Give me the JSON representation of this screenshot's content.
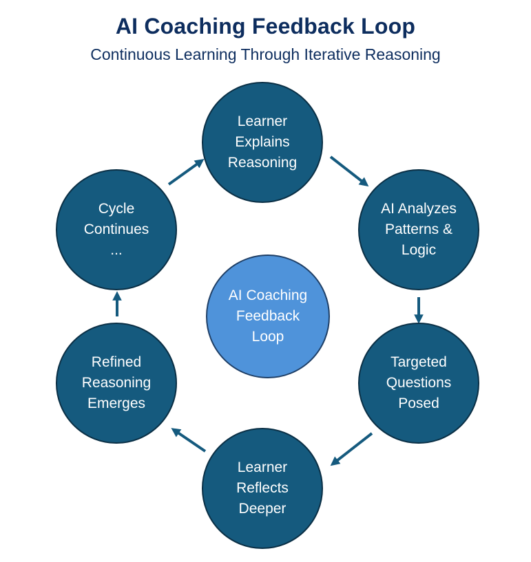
{
  "header": {
    "title": "AI Coaching Feedback Loop",
    "subtitle": "Continuous Learning Through Iterative Reasoning"
  },
  "colors": {
    "title": "#0d2d5e",
    "node_fill": "#155a7e",
    "center_fill": "#4f93da",
    "arrow": "#155a7e",
    "node_text": "#ffffff"
  },
  "center": {
    "label": "AI Coaching\nFeedback\nLoop"
  },
  "steps": [
    {
      "label": "Learner\nExplains\nReasoning"
    },
    {
      "label": "AI Analyzes\nPatterns &\nLogic"
    },
    {
      "label": "Targeted\nQuestions\nPosed"
    },
    {
      "label": "Learner\nReflects\nDeeper"
    },
    {
      "label": "Refined\nReasoning\nEmerges"
    },
    {
      "label": "Cycle\nContinues\n..."
    }
  ]
}
